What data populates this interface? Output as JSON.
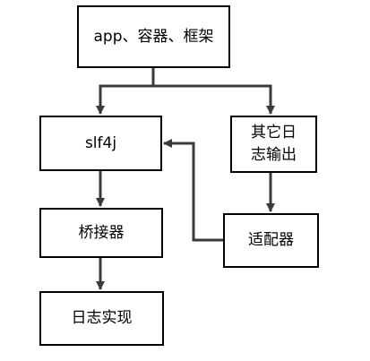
{
  "nodes": {
    "app": "app、容器、框架",
    "slf4j": "slf4j",
    "other_log_output": "其它日志输出",
    "bridge": "桥接器",
    "adapter": "适配器",
    "log_impl": "日志实现"
  },
  "colors": {
    "stroke": "#000000",
    "connector": "#3a3a3a",
    "background": "#ffffff"
  }
}
